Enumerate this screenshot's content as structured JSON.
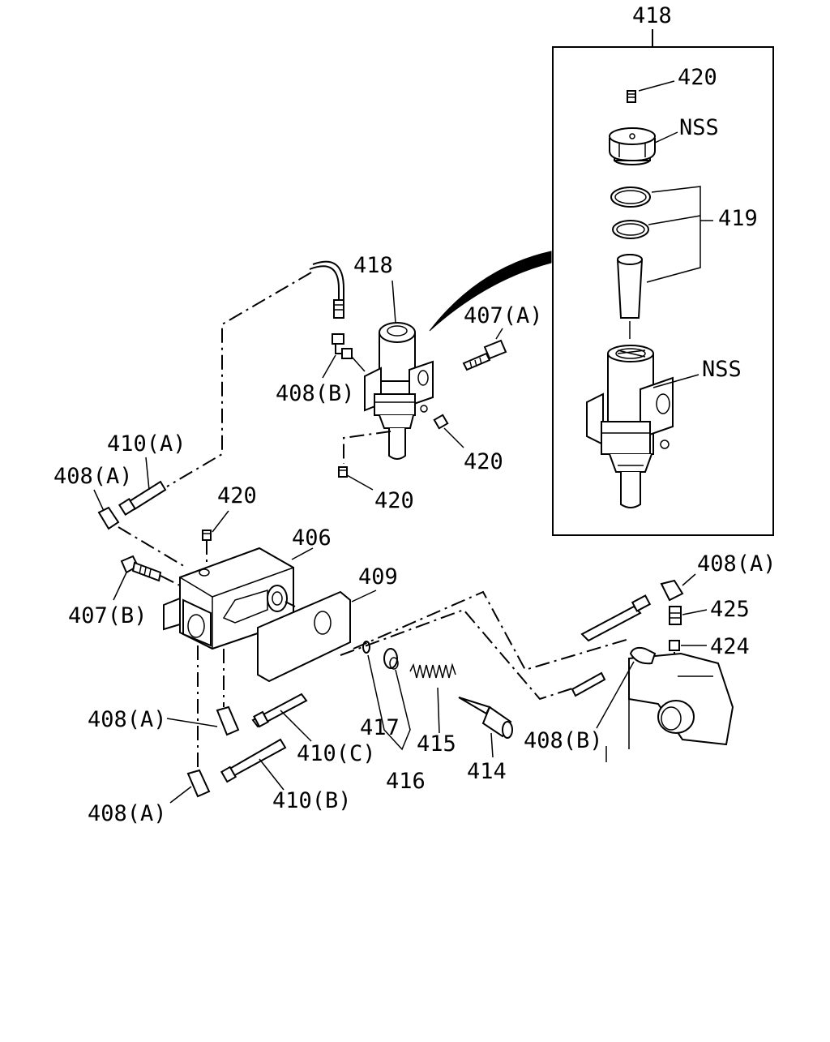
{
  "labels": {
    "l418_top": "418",
    "l420_inset": "420",
    "lNSS_cap": "NSS",
    "l419": "419",
    "lNSS_body": "NSS",
    "l418_main": "418",
    "l407A": "407(A)",
    "l408B_top": "408(B)",
    "l410A": "410(A)",
    "l408A_left": "408(A)",
    "l420_right": "420",
    "l420_lower": "420",
    "l420_mid": "420",
    "l406": "406",
    "l409": "409",
    "l407B": "407(B)",
    "l408A_right": "408(A)",
    "l425": "425",
    "l424": "424",
    "l408A_mid": "408(A)",
    "l417": "417",
    "l415": "415",
    "l408B_right": "408(B)",
    "l410C": "410(C)",
    "l416": "416",
    "l414": "414",
    "l410B": "410(B)",
    "l408A_bottom": "408(A)"
  }
}
